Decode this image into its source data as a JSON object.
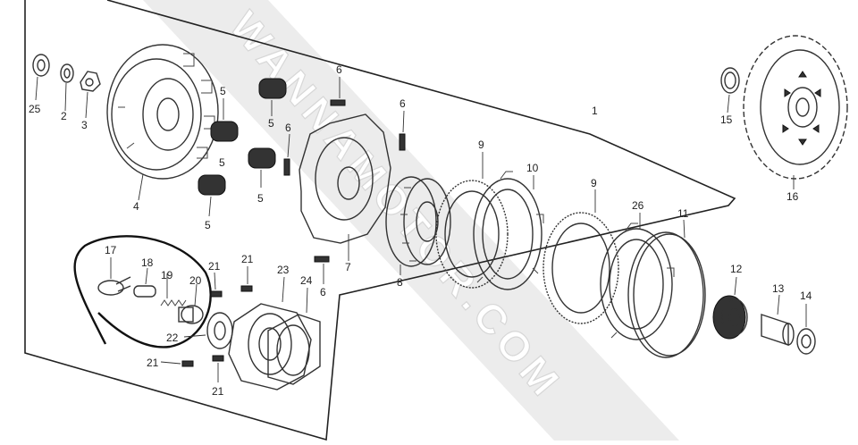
{
  "watermark": "WANNAMOTOR.COM",
  "callouts": {
    "c1": "1",
    "c2": "2",
    "c3": "3",
    "c4": "4",
    "c5a": "5",
    "c5b": "5",
    "c5c": "5",
    "c5d": "5",
    "c5e": "5",
    "c6a": "6",
    "c6b": "6",
    "c6c": "6",
    "c6d": "6",
    "c7": "7",
    "c8": "8",
    "c9a": "9",
    "c9b": "9",
    "c10": "10",
    "c11": "11",
    "c12": "12",
    "c13": "13",
    "c14": "14",
    "c15": "15",
    "c16": "16",
    "c17": "17",
    "c18": "18",
    "c19": "19",
    "c20": "20",
    "c21a": "21",
    "c21b": "21",
    "c21c": "21",
    "c21d": "21",
    "c22": "22",
    "c23": "23",
    "c24": "24",
    "c25": "25",
    "c26": "26"
  }
}
